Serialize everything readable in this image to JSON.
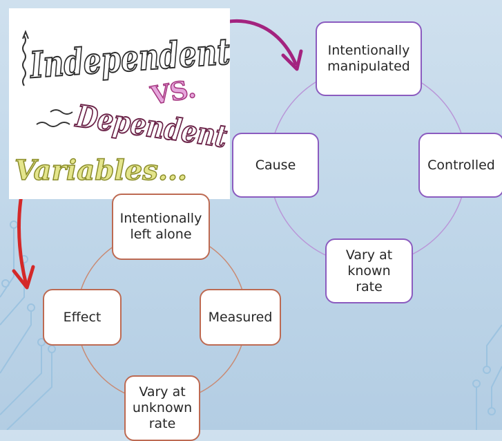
{
  "title_art": {
    "line1": "Independent",
    "line2": "VS.",
    "line3": "Dependent",
    "line4": "Variables..."
  },
  "independent_cycle": {
    "nodes": [
      "Intentionally\nmanipulated",
      "Controlled",
      "Vary at\nknown\nrate",
      "Cause"
    ]
  },
  "dependent_cycle": {
    "nodes": [
      "Intentionally\nleft alone",
      "Measured",
      "Vary at\nunknown\nrate",
      "Effect"
    ]
  },
  "colors": {
    "independent_accent": "#8b5bbf",
    "dependent_accent": "#bd6a52",
    "magenta_arrow": "#a3237f",
    "red_arrow": "#d42828",
    "background": "#c2d8ea"
  }
}
